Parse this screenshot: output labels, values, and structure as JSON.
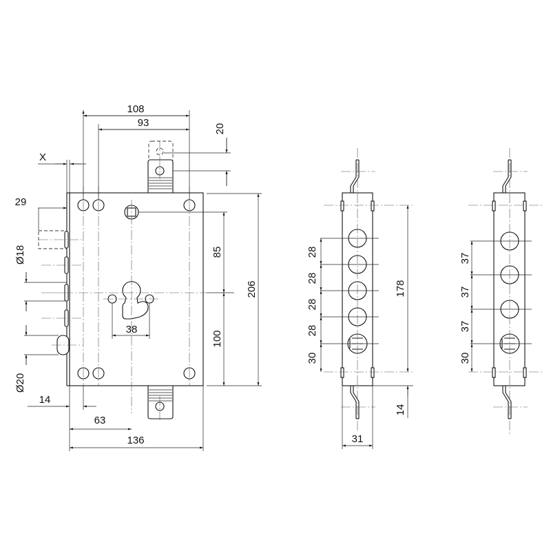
{
  "front_view": {
    "width_108": "108",
    "width_93": "93",
    "offset_20": "20",
    "x_label": "X",
    "dim_29": "29",
    "dia_18": "Ø18",
    "dia_20": "Ø20",
    "dim_14": "14",
    "dim_63": "63",
    "dim_136": "136",
    "dim_85": "85",
    "dim_100": "100",
    "dim_206": "206",
    "dim_38": "38"
  },
  "side_view_5": {
    "spacing": [
      "28",
      "28",
      "28",
      "28",
      "30"
    ],
    "dim_178": "178",
    "dim_14": "14",
    "dim_31": "31"
  },
  "side_view_4": {
    "spacing": [
      "37",
      "37",
      "37",
      "30"
    ]
  }
}
